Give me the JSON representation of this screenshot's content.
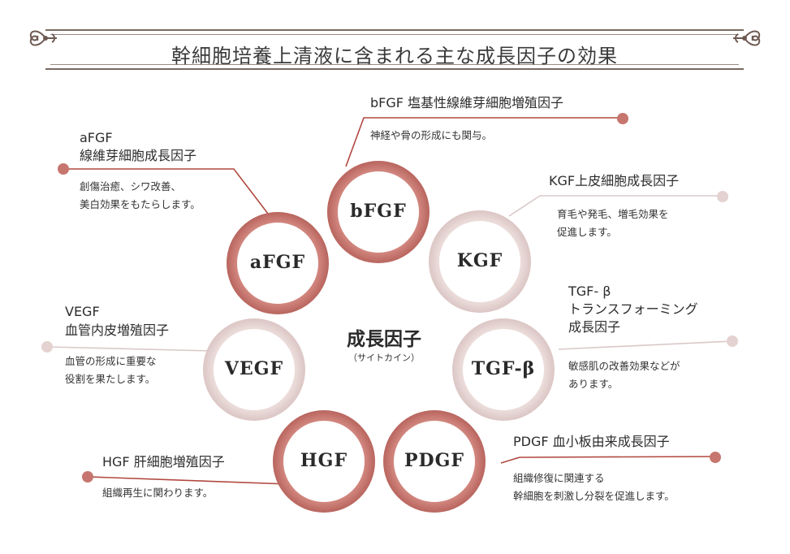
{
  "title": "幹細胞培養上清液に含まれる主な成長因子の効果",
  "center": {
    "title": "成長因子",
    "subtitle": "（サイトカイン）"
  },
  "colors": {
    "dark": "#c6766e",
    "light": "#e4d2d0",
    "line_dark": "#b0483f",
    "line_light": "#d9c9c8"
  },
  "factors": [
    {
      "key": "bfgf",
      "label": "bFGF",
      "title": [
        "bFGF 塩基性線維芽細胞増殖因子"
      ],
      "desc": [
        "神経や骨の形成にも関与。"
      ],
      "tone": "dark"
    },
    {
      "key": "kgf",
      "label": "KGF",
      "title": [
        "KGF上皮細胞成長因子"
      ],
      "desc": [
        "育毛や発毛、増毛効果を",
        "促進します。"
      ],
      "tone": "light"
    },
    {
      "key": "tgfb",
      "label": "TGF-β",
      "title": [
        "TGF- β",
        "トランスフォーミング",
        "成長因子"
      ],
      "desc": [
        "敏感肌の改善効果などが",
        "あります。"
      ],
      "tone": "light"
    },
    {
      "key": "pdgf",
      "label": "PDGF",
      "title": [
        "PDGF  血小板由来成長因子"
      ],
      "desc": [
        "組織修復に関連する",
        "幹細胞を刺激し分裂を促進します。"
      ],
      "tone": "dark"
    },
    {
      "key": "hgf",
      "label": "HGF",
      "title": [
        "HGF 肝細胞増殖因子"
      ],
      "desc": [
        "組織再生に関わります。"
      ],
      "tone": "dark"
    },
    {
      "key": "vegf",
      "label": "VEGF",
      "title": [
        "VEGF",
        "血管内皮増殖因子"
      ],
      "desc": [
        "血管の形成に重要な",
        "役割を果たします。"
      ],
      "tone": "light"
    },
    {
      "key": "afgf",
      "label": "aFGF",
      "title": [
        "aFGF",
        "線維芽細胞成長因子"
      ],
      "desc": [
        "創傷治癒、シワ改善、",
        "美白効果をもたらします。"
      ],
      "tone": "dark"
    }
  ]
}
